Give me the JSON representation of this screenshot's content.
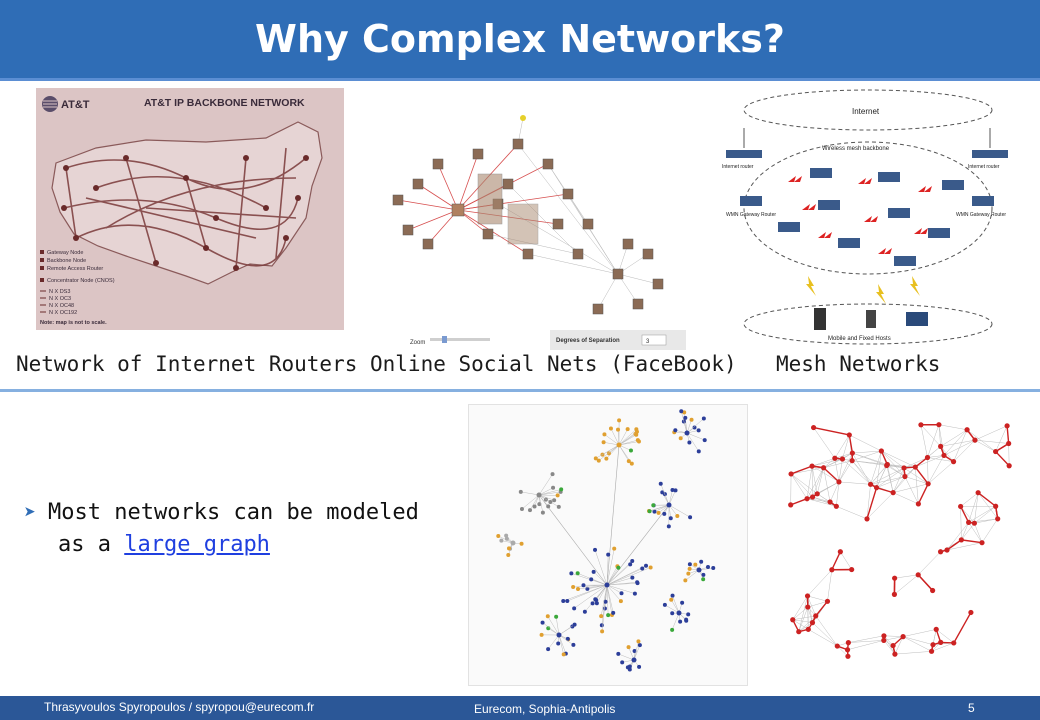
{
  "slide": {
    "title": "Why Complex Networks?",
    "captions": [
      "Network of Internet Routers",
      "Online Social Nets (FaceBook)",
      "Mesh Networks"
    ],
    "bullet": {
      "line1": "Most networks can be modeled",
      "line2_prefix": "as a ",
      "link_text": "large graph"
    }
  },
  "att_map": {
    "logo": "AT&T",
    "title": "AT&T IP BACKBONE NETWORK",
    "legend": [
      "Gateway Node",
      "Backbone Node",
      "Remote Access Router",
      "Concentrator Node (CNOS)",
      "N X DS3",
      "N X OC3",
      "N X OC48",
      "N X OC192"
    ],
    "note": "Note: map is not to scale."
  },
  "fb_graph": {
    "zoom_label": "Zoom",
    "degrees_label": "Degrees of Separation",
    "degrees_value": "3"
  },
  "mesh": {
    "internet_label": "Internet",
    "backbone_label": "Wireless mesh backbone",
    "router_left": "Internet router",
    "router_right": "Internet router",
    "gateway_left": "WMN Gateway Router",
    "gateway_right": "WMN Gateway Router",
    "hosts_label": "Mobile and Fixed Hosts"
  },
  "footer": {
    "author": "Thrasyvoulos Spyropoulos / spyropou@eurecom.fr",
    "institution": "Eurecom, Sophia-Antipolis",
    "page": "5"
  },
  "colors": {
    "title_bar": "#2f6db6",
    "footer": "#2b5797",
    "link": "#1f3fe0",
    "graph_red": "#cc2222"
  }
}
